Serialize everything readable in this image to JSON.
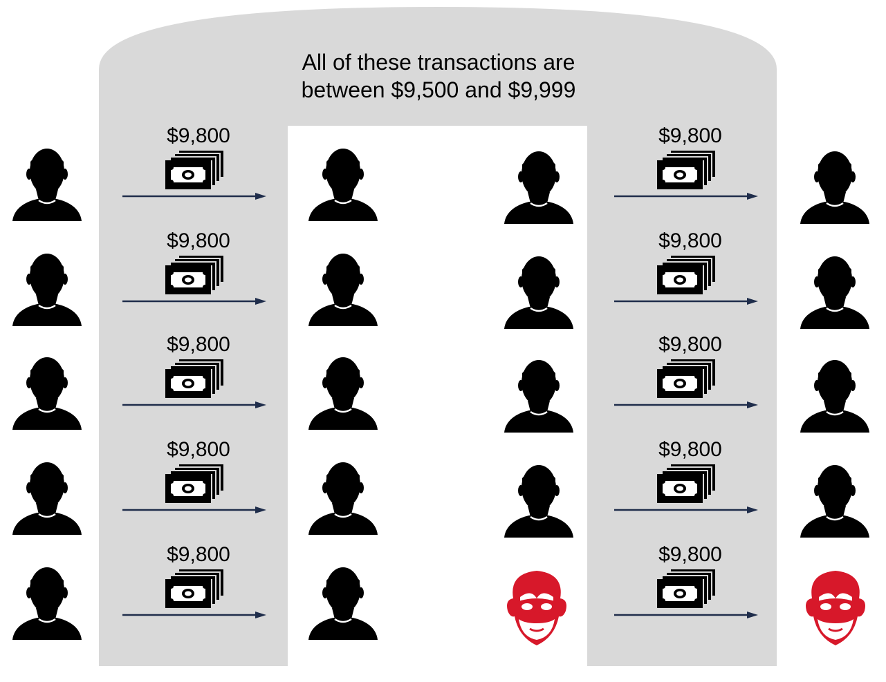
{
  "caption": {
    "line1": "All of these transactions are",
    "line2": "between $9,500 and $9,999"
  },
  "colors": {
    "background_band": "#d9d9d9",
    "person": "#000000",
    "criminal": "#d7182a",
    "arrow": "#1f2d4b",
    "cash": "#000000"
  },
  "icons": {
    "person": "person-icon",
    "criminal": "masked-criminal-icon",
    "cash": "cash-stack-icon",
    "arrow": "right-arrow"
  },
  "left_transactions": [
    {
      "amount": "$9,800"
    },
    {
      "amount": "$9,800"
    },
    {
      "amount": "$9,800"
    },
    {
      "amount": "$9,800"
    },
    {
      "amount": "$9,800"
    }
  ],
  "right_transactions": [
    {
      "amount": "$9,800"
    },
    {
      "amount": "$9,800"
    },
    {
      "amount": "$9,800"
    },
    {
      "amount": "$9,800"
    },
    {
      "amount": "$9,800",
      "sender": "criminal",
      "receiver": "criminal"
    }
  ]
}
